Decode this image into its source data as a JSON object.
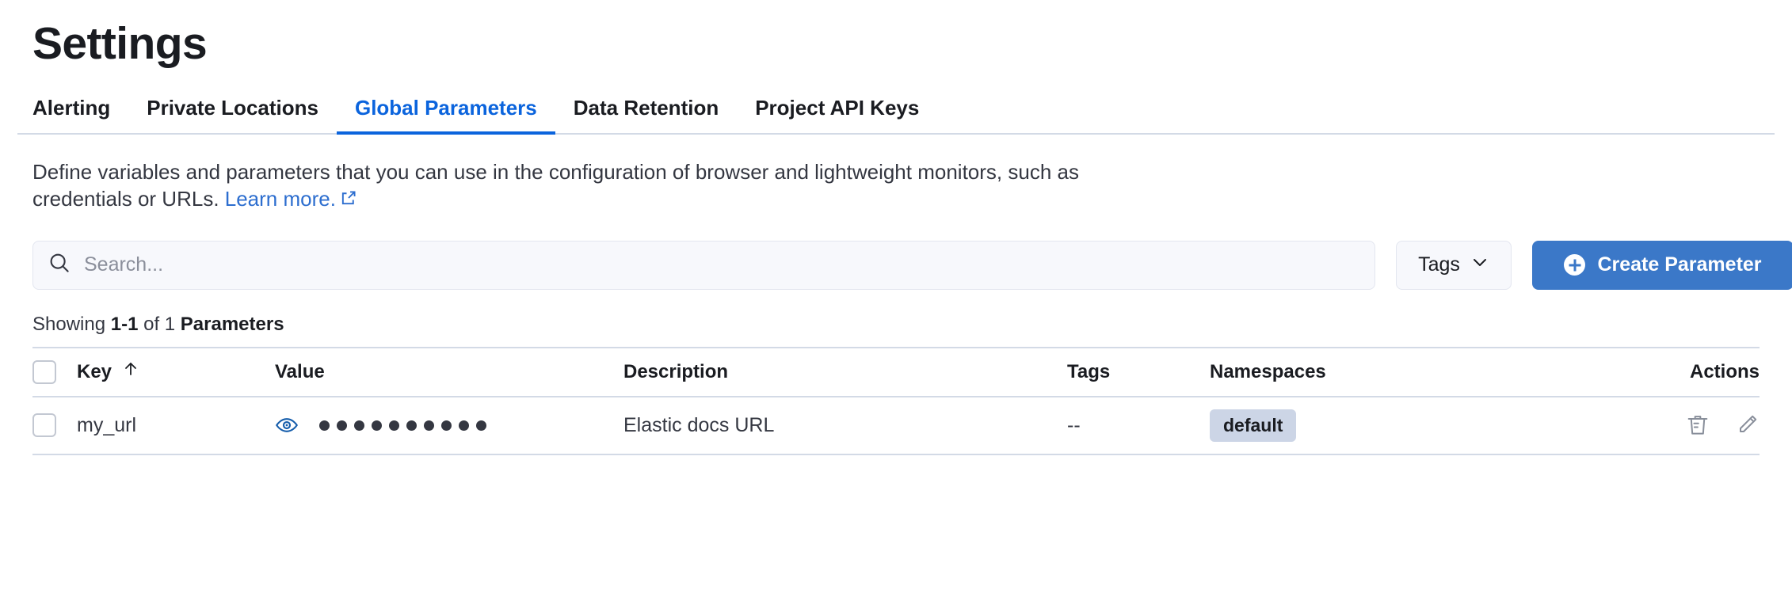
{
  "page": {
    "title": "Settings"
  },
  "tabs": [
    {
      "label": "Alerting",
      "active": false
    },
    {
      "label": "Private Locations",
      "active": false
    },
    {
      "label": "Global Parameters",
      "active": true
    },
    {
      "label": "Data Retention",
      "active": false
    },
    {
      "label": "Project API Keys",
      "active": false
    }
  ],
  "description": {
    "text": "Define variables and parameters that you can use in the configuration of browser and lightweight monitors, such as credentials or URLs. ",
    "link_label": "Learn more.",
    "link_icon": "external-link-icon"
  },
  "controls": {
    "search": {
      "icon": "search-icon",
      "placeholder": "Search...",
      "value": ""
    },
    "tags_filter": {
      "label": "Tags",
      "icon": "chevron-down-icon"
    },
    "create_button": {
      "label": "Create Parameter",
      "icon": "plus-circle-icon"
    }
  },
  "results": {
    "showing_prefix": "Showing ",
    "range": "1-1",
    "middle": " of 1 ",
    "entity": "Parameters"
  },
  "table": {
    "columns": [
      {
        "key": "key",
        "label": "Key",
        "sort_icon": "arrow-up-icon",
        "sorted": true
      },
      {
        "key": "value",
        "label": "Value"
      },
      {
        "key": "description",
        "label": "Description"
      },
      {
        "key": "tags",
        "label": "Tags"
      },
      {
        "key": "namespaces",
        "label": "Namespaces"
      },
      {
        "key": "actions",
        "label": "Actions"
      }
    ],
    "rows": [
      {
        "selected": false,
        "key": "my_url",
        "value_masked_count": 10,
        "value_toggle_icon": "eye-icon",
        "description": "Elastic docs URL",
        "tags": "--",
        "namespaces": [
          "default"
        ],
        "actions": [
          "trash-icon",
          "pencil-icon"
        ]
      }
    ]
  },
  "colors": {
    "accent_blue": "#0b64dd",
    "button_blue": "#3b78c8",
    "link_blue": "#2d6ecf",
    "border": "#d3dae6",
    "badge_bg": "#ccd5e6",
    "text": "#1a1c21",
    "muted": "#8b8f9b"
  }
}
